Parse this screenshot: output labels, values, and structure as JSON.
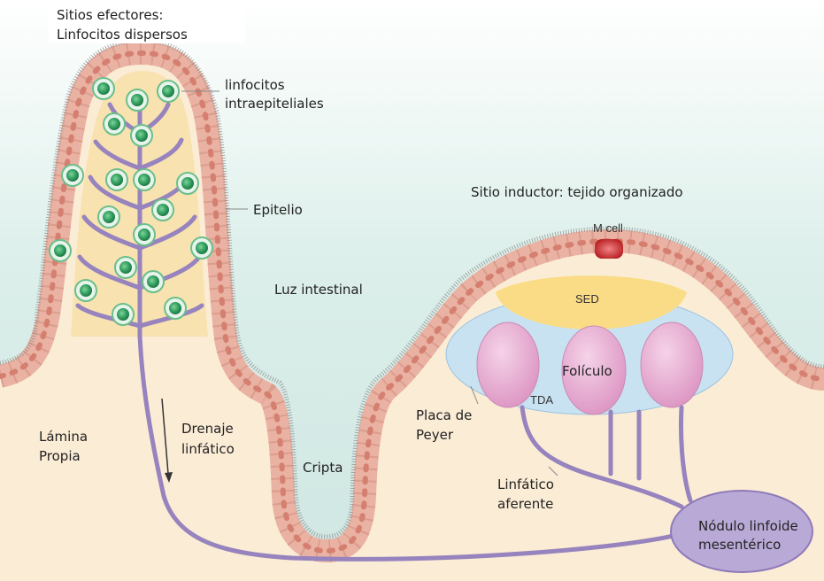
{
  "labels": {
    "effector_line1": "Sitios efectores:",
    "effector_line2": "Linfocitos dispersos",
    "iel_line1": "linfocitos",
    "iel_line2": "intraepiteliales",
    "epithelium": "Epitelio",
    "inductor": "Sitio inductor: tejido organizado",
    "m_cell": "M cell",
    "lumen": "Luz intestinal",
    "sed": "SED",
    "follicle": "Folículo",
    "tda": "TDA",
    "peyer_line1": "Placa de",
    "peyer_line2": "Peyer",
    "lamina_line1": "Lámina",
    "lamina_line2": "Propia",
    "drainage_line1": "Drenaje",
    "drainage_line2": "linfático",
    "crypt": "Cripta",
    "afferent_line1": "Linfático",
    "afferent_line2": "aferente",
    "node_line1": "Nódulo linfoide",
    "node_line2": "mesentérico"
  },
  "colors": {
    "lumen": "#dbeee9",
    "lamina_propria": "#fbecd6",
    "villus_core": "#f8e2b0",
    "epithelial_cell": "#efb8a7",
    "epithelial_nucleus": "#d57f70",
    "lymphatic": "#9783bd",
    "lymphocyte": "#3aa866",
    "tda": "#c8e2f2",
    "sed": "#f9dc85",
    "follicle": "#e8a8cf",
    "m_cell": "#c42d2d",
    "lymph_node": "#b9a9d6"
  }
}
